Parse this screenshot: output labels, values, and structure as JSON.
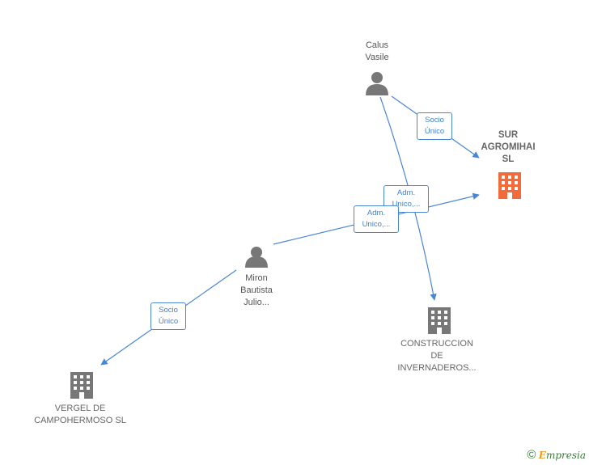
{
  "nodes": {
    "calus": {
      "type": "person",
      "lines": [
        "Calus",
        "Vasile"
      ]
    },
    "miron": {
      "type": "person",
      "lines": [
        "Miron",
        "Bautista",
        "Julio..."
      ]
    },
    "sur": {
      "type": "company",
      "lines": [
        "SUR",
        "AGROMIHAI",
        "SL"
      ],
      "highlight": true
    },
    "construccion": {
      "type": "company",
      "lines": [
        "CONSTRUCCION",
        "DE",
        "INVERNADEROS..."
      ]
    },
    "vergel": {
      "type": "company",
      "lines": [
        "VERGEL DE",
        "CAMPOHERMOSO SL"
      ]
    }
  },
  "edges": [
    {
      "from": "calus",
      "to": "sur",
      "label": [
        "Socio",
        "Único"
      ]
    },
    {
      "from": "calus",
      "to": "construccion",
      "label": [
        "Adm.",
        "Unico,..."
      ]
    },
    {
      "from": "miron",
      "to": "sur",
      "label": [
        "Adm.",
        "Unico,..."
      ]
    },
    {
      "from": "miron",
      "to": "vergel",
      "label": [
        "Socio",
        "Único"
      ]
    }
  ],
  "colors": {
    "edge": "#4a86d6",
    "person_icon": "#777777",
    "company_icon": "#777777",
    "highlight_company_icon": "#f26b3a"
  },
  "watermark": {
    "symbol": "©",
    "brand_first": "E",
    "brand_rest": "mpresia"
  }
}
